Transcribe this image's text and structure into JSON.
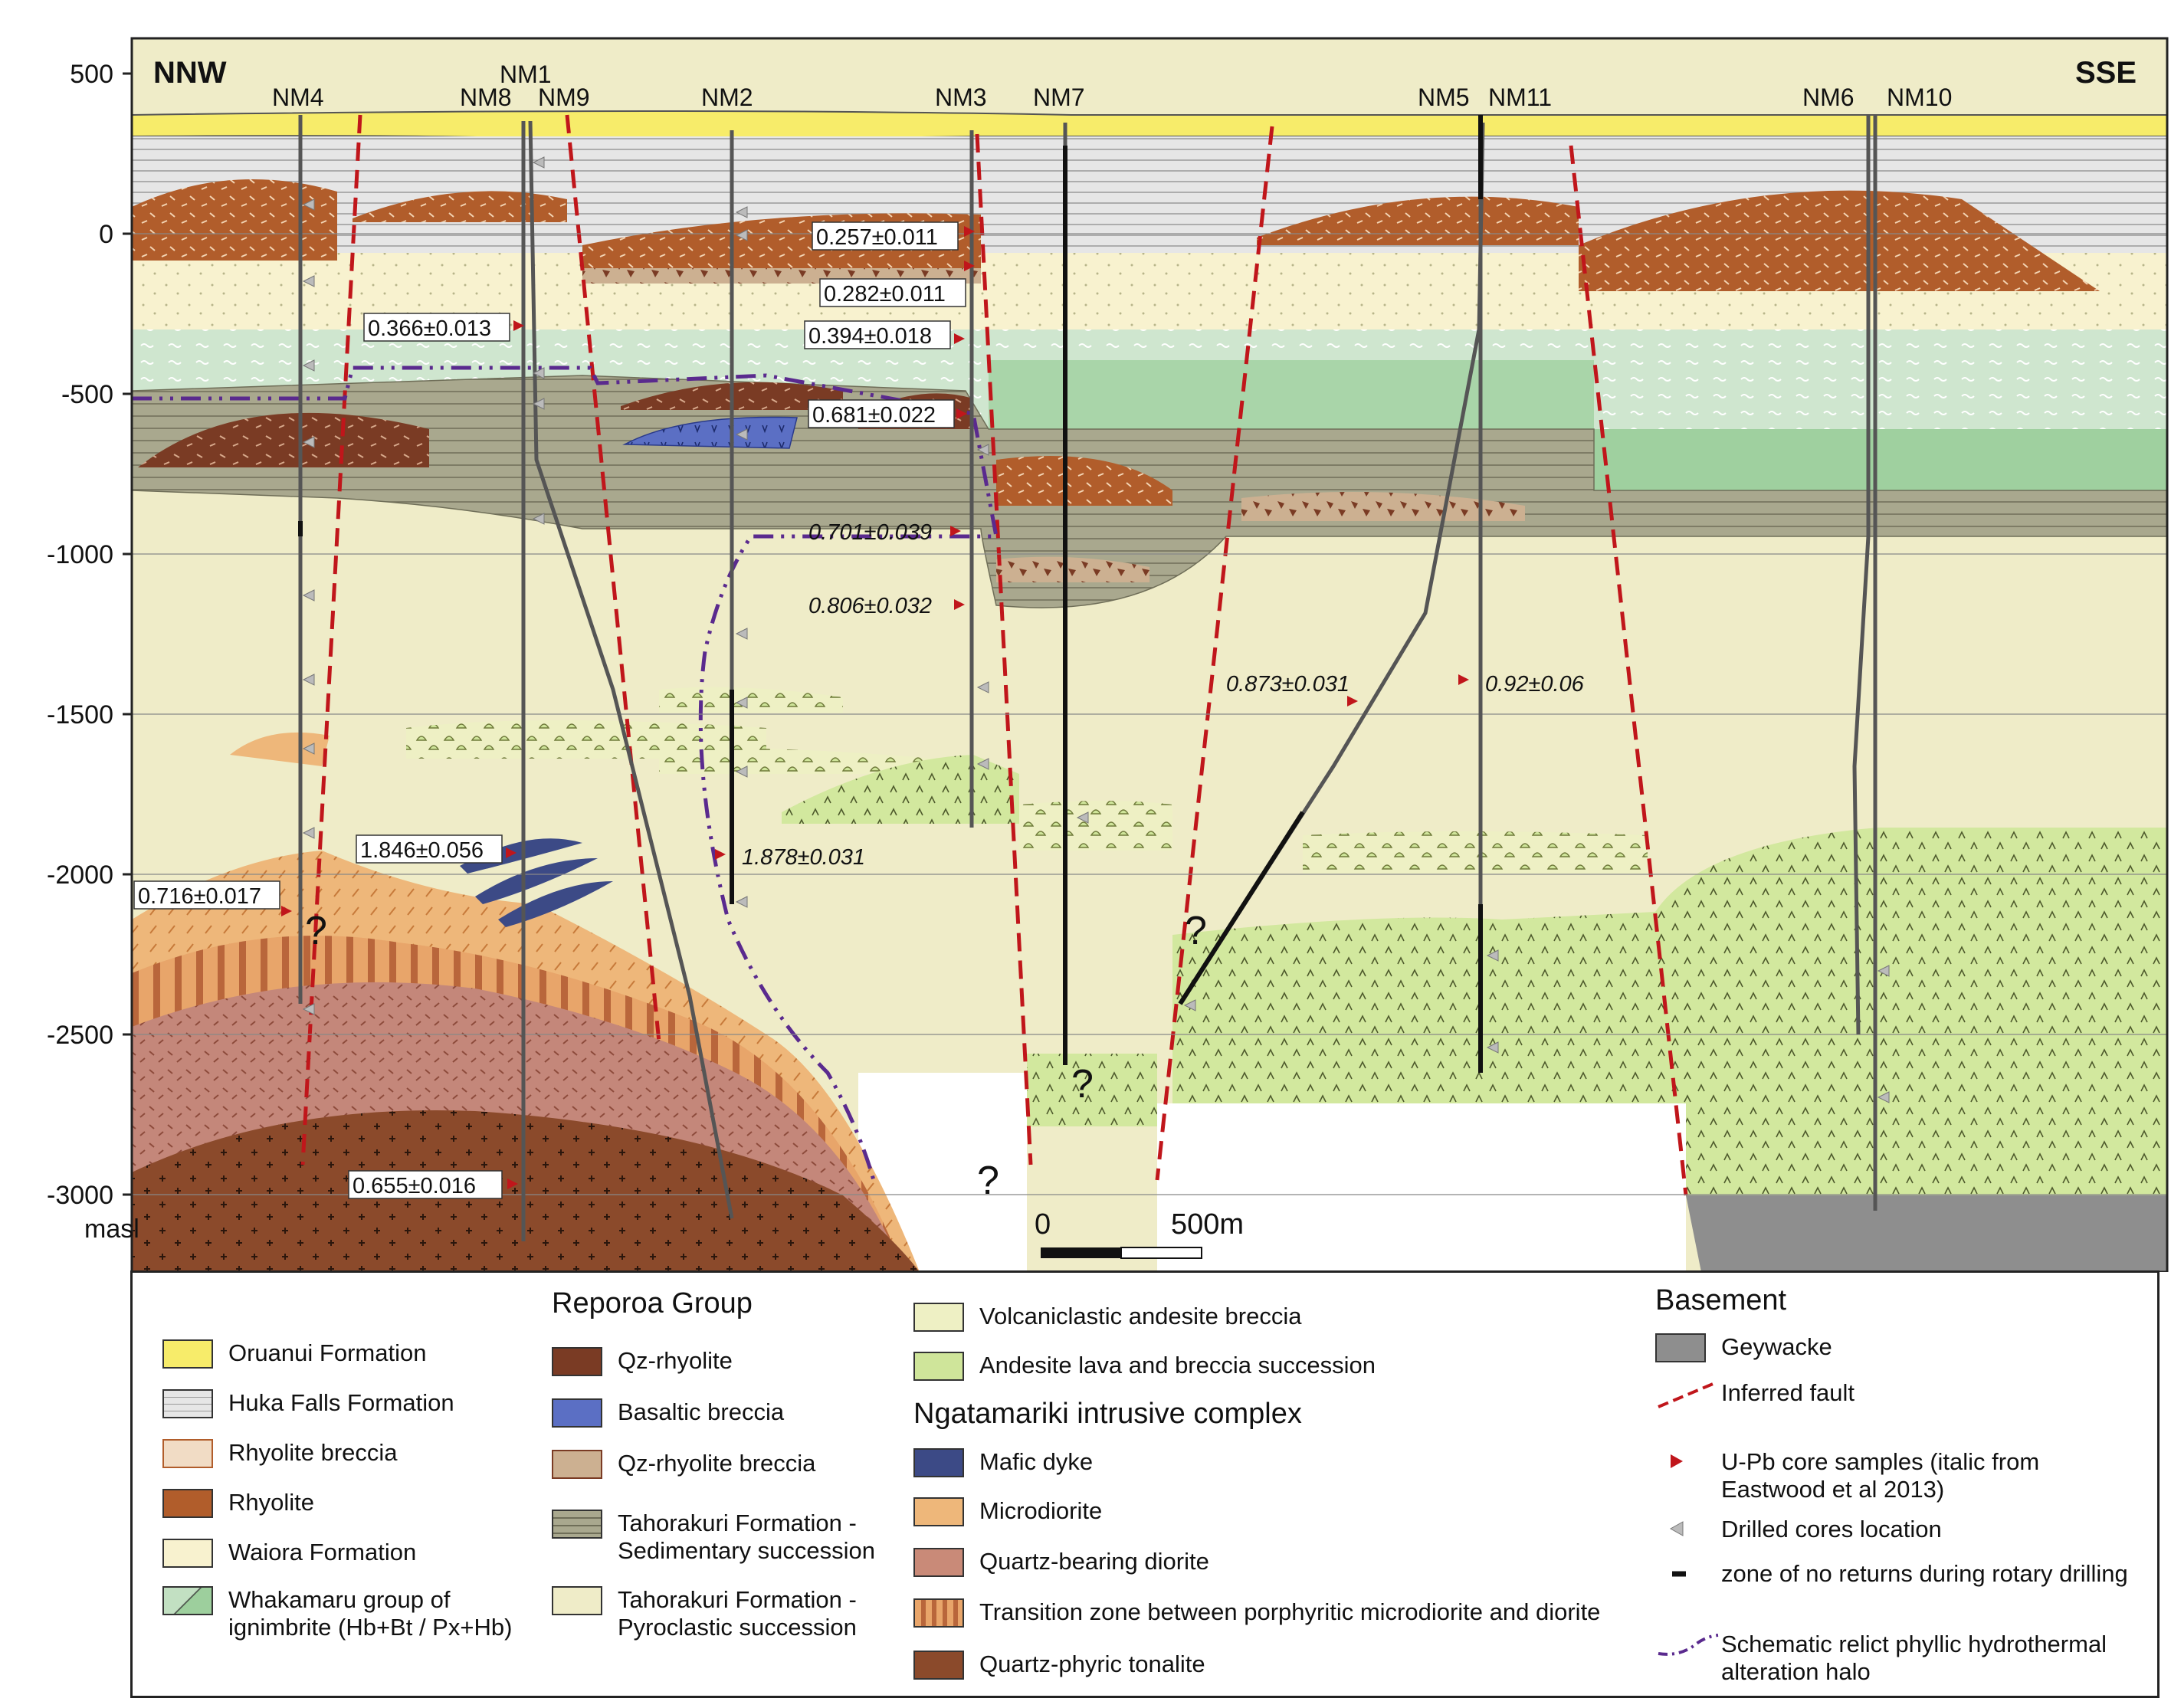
{
  "orientation": {
    "left": "NNW",
    "right": "SSE"
  },
  "yaxis": {
    "ticks": [
      {
        "value": 500,
        "label": "500"
      },
      {
        "value": 0,
        "label": "0"
      },
      {
        "value": -500,
        "label": "-500"
      },
      {
        "value": -1000,
        "label": "-1000"
      },
      {
        "value": -1500,
        "label": "-1500"
      },
      {
        "value": -2000,
        "label": "-2000"
      },
      {
        "value": -2500,
        "label": "-2500"
      },
      {
        "value": -3000,
        "label": "-3000"
      }
    ],
    "unit": "masl"
  },
  "wells": [
    {
      "name": "NM4"
    },
    {
      "name": "NM1"
    },
    {
      "name": "NM8"
    },
    {
      "name": "NM9"
    },
    {
      "name": "NM2"
    },
    {
      "name": "NM3"
    },
    {
      "name": "NM7"
    },
    {
      "name": "NM5"
    },
    {
      "name": "NM11"
    },
    {
      "name": "NM6"
    },
    {
      "name": "NM10"
    }
  ],
  "ages": [
    {
      "text": "0.257±0.011"
    },
    {
      "text": "0.282±0.011"
    },
    {
      "text": "0.366±0.013"
    },
    {
      "text": "0.394±0.018"
    },
    {
      "text": "0.681±0.022"
    },
    {
      "text": "0.701±0.039"
    },
    {
      "text": "0.806±0.032"
    },
    {
      "text": "0.873±0.031"
    },
    {
      "text": "0.92±0.06"
    },
    {
      "text": "1.846±0.056"
    },
    {
      "text": "1.878±0.031"
    },
    {
      "text": "0.716±0.017"
    },
    {
      "text": "0.655±0.016"
    }
  ],
  "unknown_mark": "?",
  "scale": {
    "zero": "0",
    "length": "500m"
  },
  "colors": {
    "oruanui": "#f7ec6a",
    "huka": "#e4e4e4",
    "rhyolite": "#b5602e",
    "waiora": "#f8f2cf",
    "whakamaru": "#c2e0c2",
    "whakamaru_dark": "#9dcf9d",
    "qz_rhyolite": "#7a3b24",
    "basaltic": "#5b6fc4",
    "tahorakuri_sed": "#a5a48a",
    "tahorakuri_pyro": "#efecc8",
    "andesite": "#cfe59a",
    "mafic_dyke": "#3c4a86",
    "microdiorite": "#eeb77a",
    "qz_diorite": "#c98a78",
    "tonalite": "#8b4a2b",
    "geywacke": "#8e8e8e",
    "fault": "#c0161b",
    "upb": "#c0161b",
    "halo": "#5a2a8e"
  },
  "legend": {
    "col1": [
      {
        "label": "Oruanui Formation"
      },
      {
        "label": "Huka Falls Formation"
      },
      {
        "label": "Rhyolite breccia"
      },
      {
        "label": "Rhyolite"
      },
      {
        "label": "Waiora Formation"
      },
      {
        "label": "Whakamaru group of\nignimbrite (Hb+Bt / Px+Hb)"
      }
    ],
    "reporoa_heading": "Reporoa Group",
    "col2": [
      {
        "label": "Qz-rhyolite"
      },
      {
        "label": "Basaltic breccia"
      },
      {
        "label": "Qz-rhyolite breccia"
      },
      {
        "label": "Tahorakuri Formation -\nSedimentary succession"
      },
      {
        "label": "Tahorakuri Formation -\nPyroclastic succession"
      }
    ],
    "col3_top": [
      {
        "label": "Volcaniclastic andesite breccia"
      },
      {
        "label": "Andesite lava and breccia succession"
      }
    ],
    "ngatamariki_heading": "Ngatamariki intrusive complex",
    "col3": [
      {
        "label": "Mafic dyke"
      },
      {
        "label": "Microdiorite"
      },
      {
        "label": "Quartz-bearing diorite"
      },
      {
        "label": "Transition zone between porphyritic microdiorite and diorite"
      },
      {
        "label": "Quartz-phyric tonalite"
      }
    ],
    "basement_heading": "Basement",
    "col4": [
      {
        "label": "Geywacke"
      },
      {
        "label": "Inferred fault"
      },
      {
        "label": "U-Pb core samples (italic from\nEastwood et al 2013)"
      },
      {
        "label": "Drilled cores location"
      },
      {
        "label": "zone of no returns during rotary drilling"
      },
      {
        "label": "Schematic relict phyllic hydrothermal\n alteration halo"
      }
    ]
  }
}
